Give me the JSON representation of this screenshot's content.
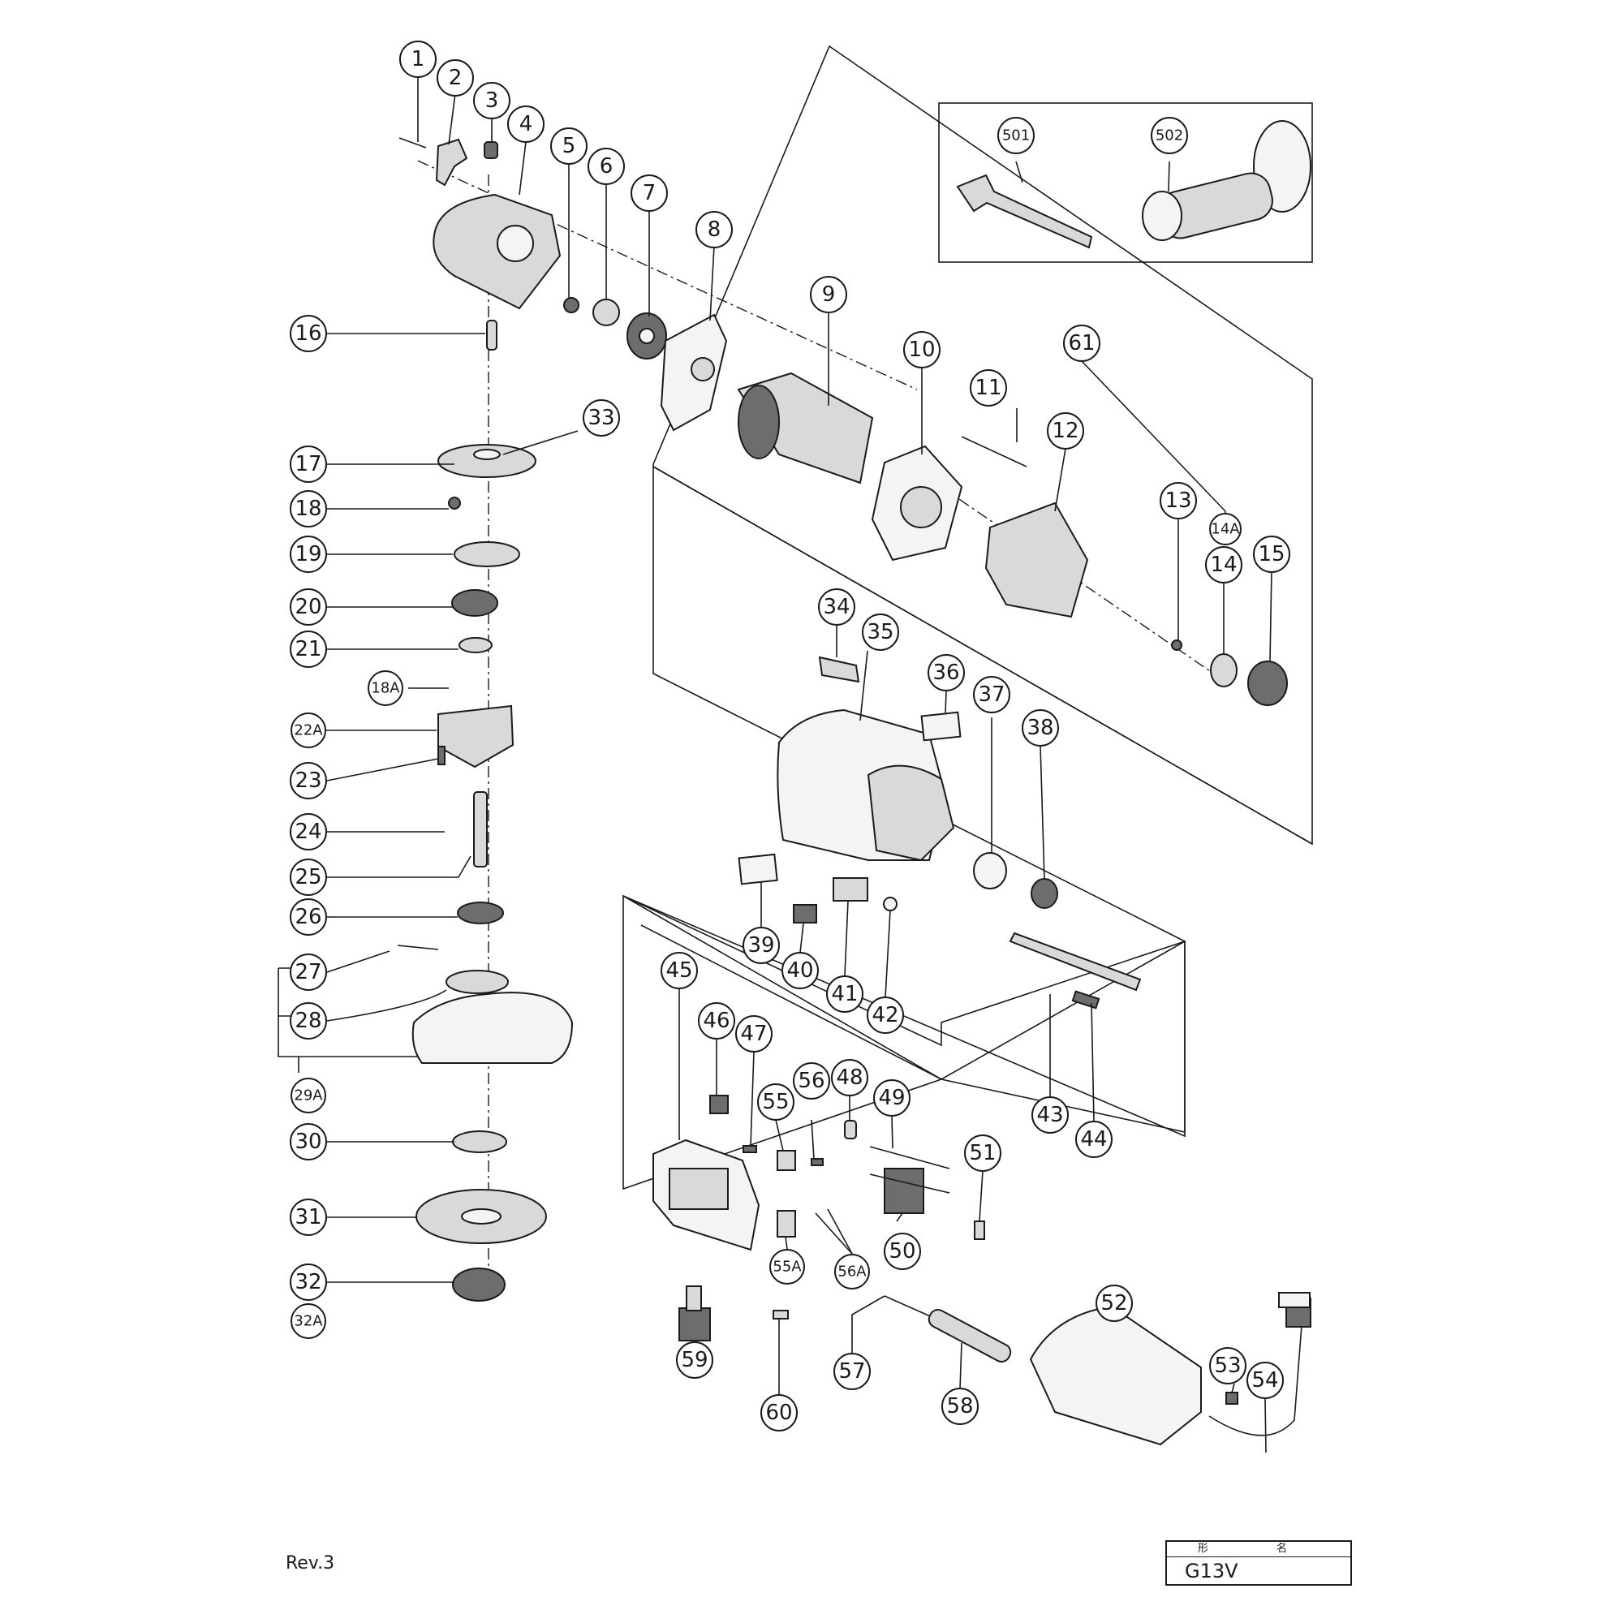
{
  "revision": "Rev.3",
  "title_block": {
    "header": "形 名",
    "model": "G13V"
  },
  "callouts": [
    {
      "label": "1"
    },
    {
      "label": "2"
    },
    {
      "label": "3"
    },
    {
      "label": "4"
    },
    {
      "label": "5"
    },
    {
      "label": "6"
    },
    {
      "label": "7"
    },
    {
      "label": "8"
    },
    {
      "label": "9"
    },
    {
      "label": "10"
    },
    {
      "label": "11"
    },
    {
      "label": "12"
    },
    {
      "label": "13"
    },
    {
      "label": "14A"
    },
    {
      "label": "14"
    },
    {
      "label": "15"
    },
    {
      "label": "16"
    },
    {
      "label": "17"
    },
    {
      "label": "18"
    },
    {
      "label": "18A"
    },
    {
      "label": "19"
    },
    {
      "label": "20"
    },
    {
      "label": "21"
    },
    {
      "label": "22A"
    },
    {
      "label": "23"
    },
    {
      "label": "24"
    },
    {
      "label": "25"
    },
    {
      "label": "26"
    },
    {
      "label": "27"
    },
    {
      "label": "28"
    },
    {
      "label": "29A"
    },
    {
      "label": "30"
    },
    {
      "label": "31"
    },
    {
      "label": "32"
    },
    {
      "label": "32A"
    },
    {
      "label": "33"
    },
    {
      "label": "34"
    },
    {
      "label": "35"
    },
    {
      "label": "36"
    },
    {
      "label": "37"
    },
    {
      "label": "38"
    },
    {
      "label": "39"
    },
    {
      "label": "40"
    },
    {
      "label": "41"
    },
    {
      "label": "42"
    },
    {
      "label": "43"
    },
    {
      "label": "44"
    },
    {
      "label": "45"
    },
    {
      "label": "46"
    },
    {
      "label": "47"
    },
    {
      "label": "48"
    },
    {
      "label": "49"
    },
    {
      "label": "50"
    },
    {
      "label": "51"
    },
    {
      "label": "52"
    },
    {
      "label": "53"
    },
    {
      "label": "54"
    },
    {
      "label": "55"
    },
    {
      "label": "55A"
    },
    {
      "label": "56"
    },
    {
      "label": "56A"
    },
    {
      "label": "57"
    },
    {
      "label": "58"
    },
    {
      "label": "59"
    },
    {
      "label": "60"
    },
    {
      "label": "61"
    },
    {
      "label": "501"
    },
    {
      "label": "502"
    }
  ]
}
